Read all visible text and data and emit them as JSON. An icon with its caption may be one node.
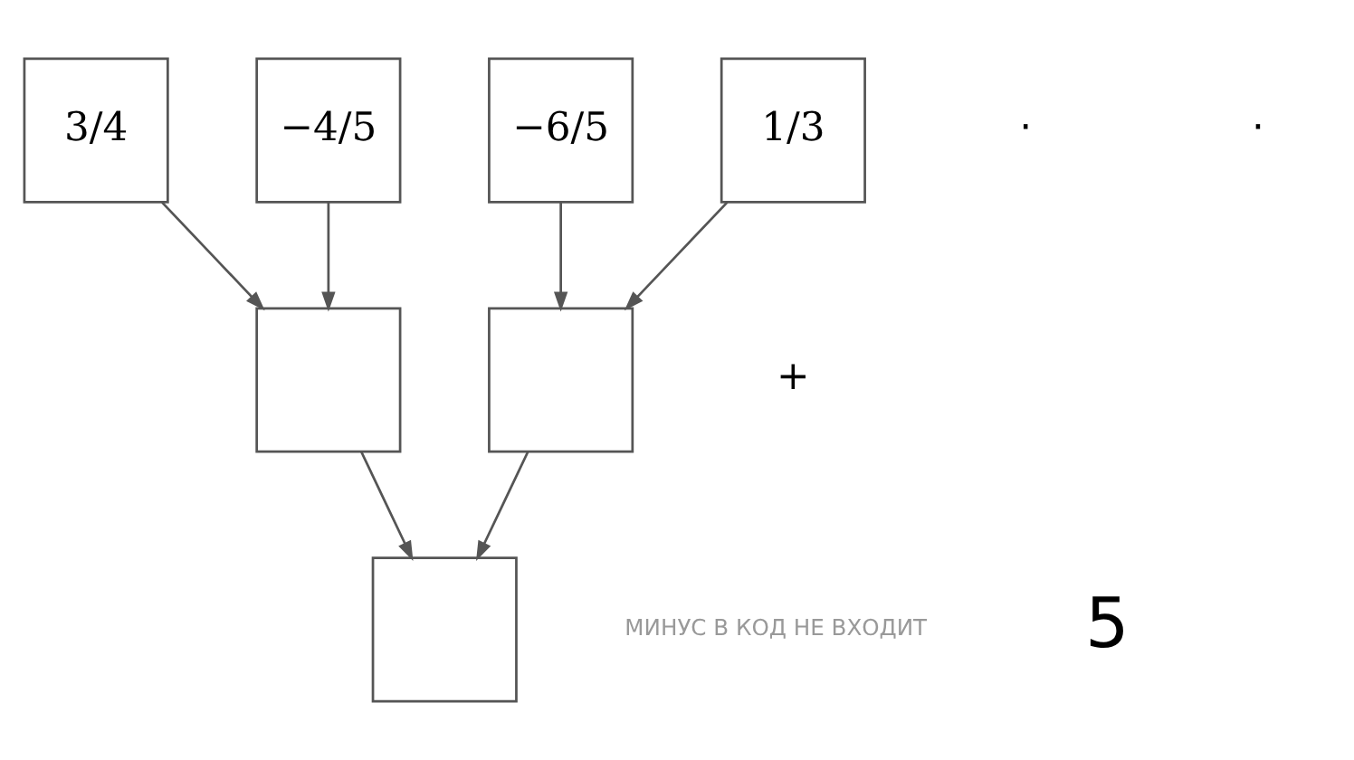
{
  "diagram": {
    "nodes": [
      {
        "text": [
          "3/4"
        ]
      },
      {
        "text": [
          "−4/5"
        ]
      },
      {
        "text": [
          "−6/5"
        ]
      },
      {
        "text": [
          "1/3"
        ]
      },
      {
        "text": [],
        "shape": "box"
      },
      {
        "text": [],
        "shape": "box"
      },
      {
        "text": [],
        "shape": "box"
      }
    ],
    "edges": [
      {
        "from": 0,
        "to": 4,
        "arrow": "to"
      },
      {
        "from": 1,
        "to": 4,
        "arrow": "to"
      },
      {
        "from": 2,
        "to": 5,
        "arrow": "to"
      },
      {
        "from": 3,
        "to": 5,
        "arrow": "to"
      },
      {
        "from": 4,
        "to": 6,
        "arrow": "to"
      },
      {
        "from": 5,
        "to": 6,
        "arrow": "to"
      }
    ],
    "labels": [
      "·",
      "·",
      "+",
      "МИНУС В КОД НЕ ВХОДИТ",
      "5"
    ]
  }
}
